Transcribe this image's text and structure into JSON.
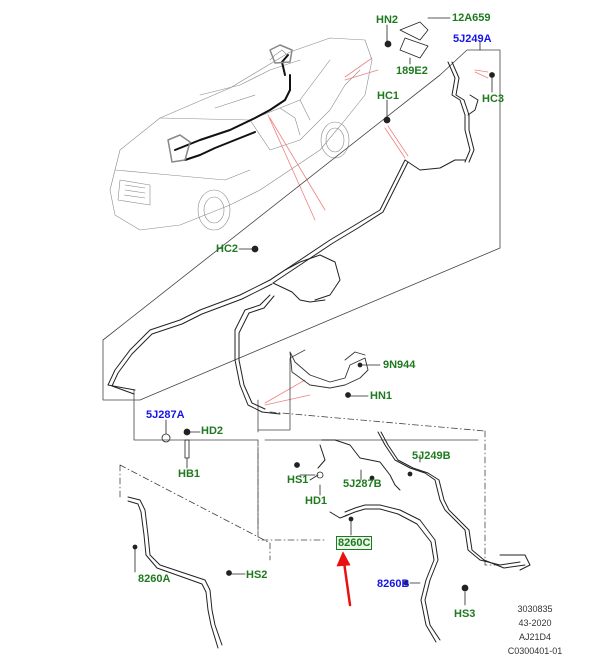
{
  "diagram": {
    "type": "parts-exploded-view",
    "subject": "vehicle wiring harness routing (brake/parking sensor harness)",
    "callouts": [
      {
        "id": "HN2",
        "color": "green"
      },
      {
        "id": "12A659",
        "color": "green"
      },
      {
        "id": "189E2",
        "color": "green"
      },
      {
        "id": "5J249A",
        "color": "blue"
      },
      {
        "id": "HC1",
        "color": "green"
      },
      {
        "id": "HC3",
        "color": "green"
      },
      {
        "id": "HC2",
        "color": "green"
      },
      {
        "id": "9N944",
        "color": "green"
      },
      {
        "id": "HN1",
        "color": "green"
      },
      {
        "id": "5J287A",
        "color": "blue"
      },
      {
        "id": "HD2",
        "color": "green"
      },
      {
        "id": "HB1",
        "color": "green"
      },
      {
        "id": "5J249B",
        "color": "green"
      },
      {
        "id": "HS1",
        "color": "green"
      },
      {
        "id": "5J287B",
        "color": "green"
      },
      {
        "id": "HD1",
        "color": "green"
      },
      {
        "id": "8260C",
        "color": "green",
        "highlighted": true
      },
      {
        "id": "8260A",
        "color": "green"
      },
      {
        "id": "HS2",
        "color": "green"
      },
      {
        "id": "8260B",
        "color": "blue"
      },
      {
        "id": "HS3",
        "color": "green"
      }
    ],
    "highlight_arrow": {
      "points_to": "8260C",
      "color": "#e81010"
    },
    "colors": {
      "green_label": "#1f7a1f",
      "blue_label": "#1515e6",
      "leader_red": "#f08080",
      "linework": "#222222"
    }
  },
  "labels": {
    "HN2": "HN2",
    "a12A659": "12A659",
    "a189E2": "189E2",
    "a5J249A": "5J249A",
    "HC1": "HC1",
    "HC3": "HC3",
    "HC2": "HC2",
    "a9N944": "9N944",
    "HN1": "HN1",
    "a5J287A": "5J287A",
    "HD2": "HD2",
    "HB1": "HB1",
    "a5J249B": "5J249B",
    "HS1": "HS1",
    "a5J287B": "5J287B",
    "HD1": "HD1",
    "a8260C": "8260C",
    "a8260A": "8260A",
    "HS2": "HS2",
    "a8260B": "8260B",
    "HS3": "HS3"
  },
  "footer": {
    "line1": "3030835",
    "line2": "43-2020",
    "line3": "AJ21D4",
    "line4": "C0300401-01"
  }
}
